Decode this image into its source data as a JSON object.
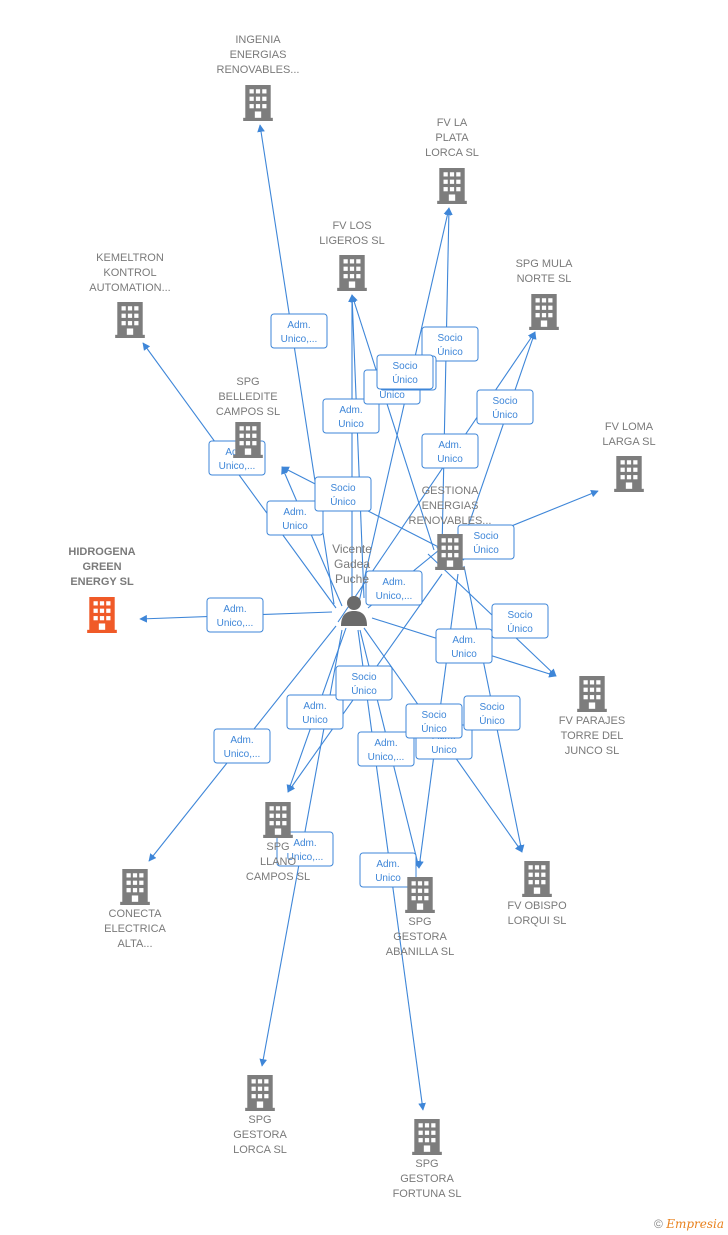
{
  "colors": {
    "edge": "#3e86d8",
    "building": "#7d7d7d",
    "highlight": "#f05a28",
    "person": "#6a6a6a"
  },
  "person": {
    "name_lines": [
      "Vicente",
      "Gadea",
      "Puche"
    ]
  },
  "companies": [
    {
      "id": "ingenia",
      "lines": [
        "INGENIA",
        "ENERGIAS",
        "RENOVABLES..."
      ]
    },
    {
      "id": "fv_la_plata",
      "lines": [
        "FV LA",
        "PLATA",
        "LORCA  SL"
      ]
    },
    {
      "id": "fv_los_ligeros",
      "lines": [
        "FV LOS",
        "LIGEROS  SL"
      ]
    },
    {
      "id": "kemeltron",
      "lines": [
        "KEMELTRON",
        "KONTROL",
        "AUTOMATION..."
      ]
    },
    {
      "id": "spg_mula",
      "lines": [
        "SPG MULA",
        "NORTE  SL"
      ]
    },
    {
      "id": "spg_belledite",
      "lines": [
        "SPG",
        "BELLEDITE",
        "CAMPOS  SL"
      ]
    },
    {
      "id": "fv_loma",
      "lines": [
        "FV LOMA",
        "LARGA  SL"
      ]
    },
    {
      "id": "gestiona",
      "lines": [
        "GESTIONA",
        "ENERGIAS",
        "RENOVABLES..."
      ]
    },
    {
      "id": "hidrogena",
      "lines": [
        "HIDROGENA",
        "GREEN",
        "ENERGY  SL"
      ],
      "highlight": true
    },
    {
      "id": "fv_parajes",
      "lines": [
        "FV PARAJES",
        "TORRE DEL",
        "JUNCO  SL"
      ]
    },
    {
      "id": "spg_llano",
      "lines": [
        "SPG",
        "LLANO",
        "CAMPOS  SL"
      ]
    },
    {
      "id": "conecta",
      "lines": [
        "CONECTA",
        "ELECTRICA",
        "ALTA..."
      ]
    },
    {
      "id": "fv_obispo",
      "lines": [
        "FV OBISPO",
        "LORQUI  SL"
      ]
    },
    {
      "id": "spg_abanilla",
      "lines": [
        "SPG",
        "GESTORA",
        "ABANILLA  SL"
      ]
    },
    {
      "id": "spg_lorca",
      "lines": [
        "SPG",
        "GESTORA",
        "LORCA  SL"
      ]
    },
    {
      "id": "spg_fortuna",
      "lines": [
        "SPG",
        "GESTORA",
        "FORTUNA  SL"
      ]
    }
  ],
  "edges": [
    {
      "from": "person",
      "to": "ingenia",
      "label": [
        "Adm.",
        "Unico,..."
      ]
    },
    {
      "from": "person",
      "to": "fv_la_plata",
      "label": [
        "Socio",
        "Único"
      ]
    },
    {
      "from": "person",
      "to": "fv_los_ligeros",
      "label": [
        "Adm.",
        "Unico"
      ]
    },
    {
      "from": "person",
      "to": "spg_belledite",
      "label": [
        "Adm.",
        "Unico"
      ]
    },
    {
      "from": "person",
      "to": "kemeltron",
      "label": [
        "Adm.",
        "Unico,..."
      ]
    },
    {
      "from": "person",
      "to": "gestiona",
      "label": [
        "Adm.",
        "Unico,..."
      ]
    },
    {
      "from": "person",
      "to": "hidrogena",
      "label": [
        "Adm.",
        "Unico,..."
      ]
    },
    {
      "from": "person",
      "to": "fv_parajes",
      "label": [
        "Adm.",
        "Unico"
      ]
    },
    {
      "from": "person",
      "to": "conecta",
      "label": [
        "Adm.",
        "Unico,..."
      ]
    },
    {
      "from": "person",
      "to": "spg_llano",
      "label": [
        "Adm.",
        "Unico"
      ]
    },
    {
      "from": "person",
      "to": "spg_lorca",
      "label": [
        "Adm.",
        "Unico,..."
      ]
    },
    {
      "from": "person",
      "to": "spg_abanilla",
      "label": [
        "Adm.",
        "Unico"
      ]
    },
    {
      "from": "person",
      "to": "spg_fortuna",
      "label": [
        "Adm.",
        "Unico,..."
      ]
    },
    {
      "from": "person",
      "to": "fv_obispo",
      "label": [
        "Adm.",
        "Unico"
      ]
    },
    {
      "from": "gestiona",
      "to": "fv_los_ligeros",
      "label": [
        "Adm.",
        "Unico"
      ]
    },
    {
      "from": "gestiona",
      "to": "fv_la_plata",
      "label": [
        "Adm.",
        "Unico"
      ]
    },
    {
      "from": "gestiona",
      "to": "spg_mula",
      "label": [
        "Socio",
        "Único"
      ]
    },
    {
      "from": "gestiona",
      "to": "fv_loma",
      "label": [
        "Adm.",
        "Unico"
      ]
    },
    {
      "from": "gestiona",
      "to": "spg_belledite",
      "label": [
        "Socio",
        "Único"
      ]
    },
    {
      "from": "gestiona",
      "to": "fv_parajes",
      "label": [
        "Socio",
        "Único"
      ]
    },
    {
      "from": "gestiona",
      "to": "fv_obispo",
      "label": [
        "Socio",
        "Único"
      ]
    },
    {
      "from": "gestiona",
      "to": "spg_abanilla",
      "label": [
        "Socio",
        "Único"
      ]
    },
    {
      "from": "gestiona",
      "to": "spg_llano",
      "label": [
        "Socio",
        "Único"
      ]
    },
    {
      "from": "person",
      "to": "spg_mula",
      "label": [
        "Socio",
        "Único"
      ]
    },
    {
      "from": "person",
      "to": "fv_los_ligeros",
      "label": [
        "Socio",
        "Único"
      ]
    }
  ],
  "watermark": {
    "symbol": "©",
    "brand": "Empresia"
  }
}
